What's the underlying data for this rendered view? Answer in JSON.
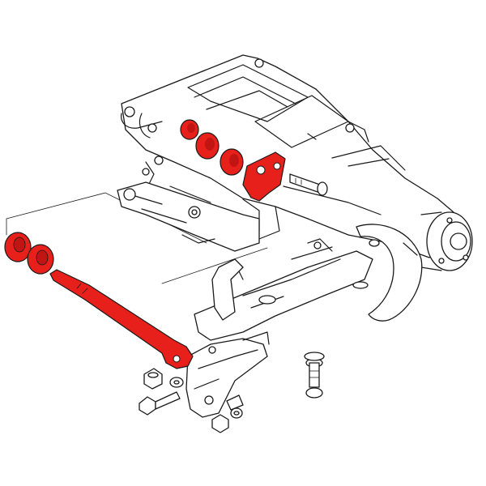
{
  "diagram": {
    "highlight_color": "#e8201b",
    "outline_color": "#1a1a1a",
    "background_color": "#ffffff",
    "components": [
      "differential-housing",
      "lower-control-arm",
      "strut-rod",
      "strut-rod-bushing-outer",
      "strut-rod-bushing-inner",
      "differential-mount-bushing-small",
      "differential-mount-bushing-medium",
      "differential-mount-bushing-large",
      "differential-mount-bracket",
      "bolt",
      "nut",
      "washer",
      "camber-cam",
      "axle-flange"
    ]
  }
}
